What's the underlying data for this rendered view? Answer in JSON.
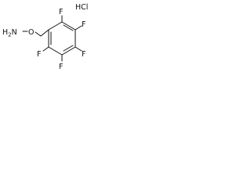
{
  "molecule": {
    "salt_label": "HCl",
    "amine_label": "H2N",
    "oxygen_label": "O",
    "fluorine_label": "F"
  },
  "colors": {
    "ink": "#111111",
    "background": "#ffffff"
  }
}
